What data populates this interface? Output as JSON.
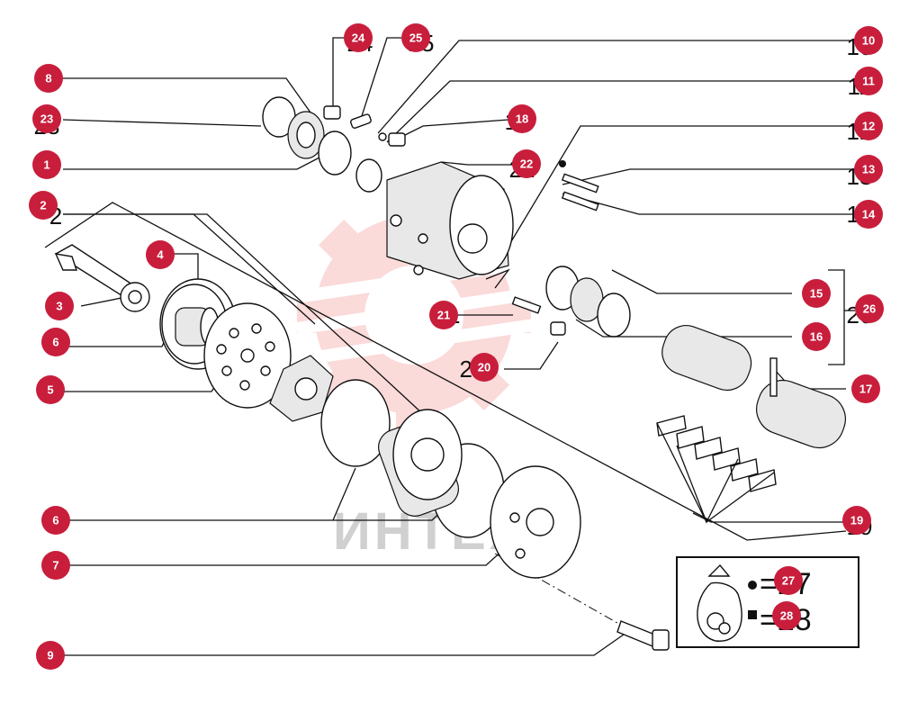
{
  "watermark": {
    "text": "ИНТЕХ",
    "color": "#f05a5a"
  },
  "callout_color": "#c81e3c",
  "callouts": [
    {
      "id": "c1",
      "label": "1"
    },
    {
      "id": "c2",
      "label": "2"
    },
    {
      "id": "c3",
      "label": "3"
    },
    {
      "id": "c4",
      "label": "4"
    },
    {
      "id": "c5",
      "label": "5"
    },
    {
      "id": "c6a",
      "label": "6"
    },
    {
      "id": "c6b",
      "label": "6"
    },
    {
      "id": "c7",
      "label": "7"
    },
    {
      "id": "c8",
      "label": "8"
    },
    {
      "id": "c9",
      "label": "9"
    },
    {
      "id": "c10",
      "label": "10"
    },
    {
      "id": "c11",
      "label": "11"
    },
    {
      "id": "c12",
      "label": "12"
    },
    {
      "id": "c13",
      "label": "13"
    },
    {
      "id": "c14",
      "label": "14"
    },
    {
      "id": "c15",
      "label": "15"
    },
    {
      "id": "c16",
      "label": "16"
    },
    {
      "id": "c17",
      "label": "17"
    },
    {
      "id": "c18",
      "label": "18"
    },
    {
      "id": "c19",
      "label": "19"
    },
    {
      "id": "c20",
      "label": "20"
    },
    {
      "id": "c21",
      "label": "21"
    },
    {
      "id": "c22",
      "label": "22"
    },
    {
      "id": "c23",
      "label": "23"
    },
    {
      "id": "c24",
      "label": "24"
    },
    {
      "id": "c25",
      "label": "25"
    },
    {
      "id": "c26",
      "label": "26"
    },
    {
      "id": "c27",
      "label": "27"
    },
    {
      "id": "c28",
      "label": "28"
    }
  ],
  "legend": {
    "items": [
      {
        "symbol": "●",
        "label": "27"
      },
      {
        "symbol": "■",
        "label": "28"
      }
    ],
    "icon": "parts-bag-icon"
  }
}
